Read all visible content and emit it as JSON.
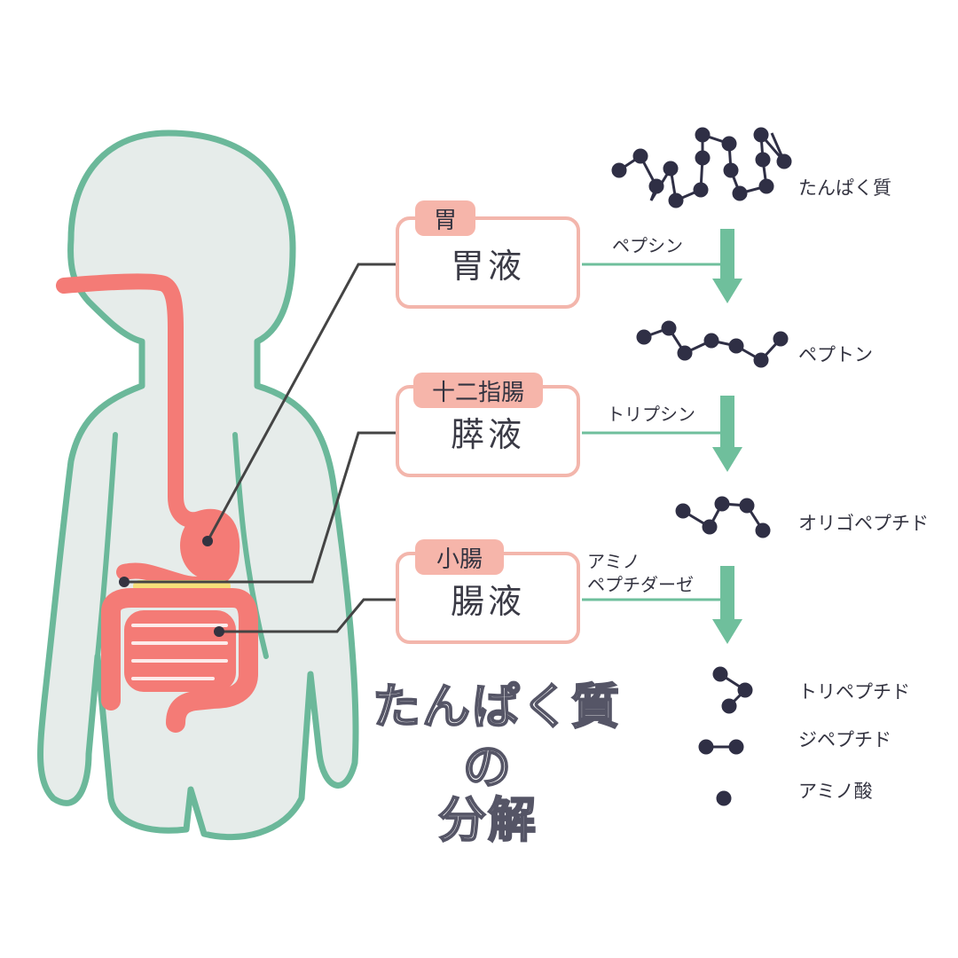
{
  "organs": [
    {
      "tag": "胃",
      "fluid": "胃液",
      "enzyme": "ペプシン"
    },
    {
      "tag": "十二指腸",
      "fluid": "膵液",
      "enzyme": "トリプシン"
    },
    {
      "tag": "小腸",
      "fluid": "腸液",
      "enzyme_line1": "アミノ",
      "enzyme_line2": "ペプチダーゼ"
    }
  ],
  "molecules": [
    "たんぱく質",
    "ペプトン",
    "オリゴペプチド",
    "トリペプチド",
    "ジペプチド",
    "アミノ酸"
  ],
  "title": {
    "line1": "たんぱく質",
    "line2": "の",
    "line3": "分解"
  },
  "colors": {
    "body_fill": "#e6ecea",
    "body_outline": "#6bb89a",
    "gut": "#f47b76",
    "box_border": "#f3b6ac",
    "tag_fill": "#f6b5aa",
    "arrow": "#6fbf9c",
    "molecule": "#2f2f45",
    "leader": "#444444"
  },
  "icons": [
    "human-body-silhouette",
    "digestive-tract",
    "down-arrow-icon",
    "molecule-chain-icon"
  ]
}
